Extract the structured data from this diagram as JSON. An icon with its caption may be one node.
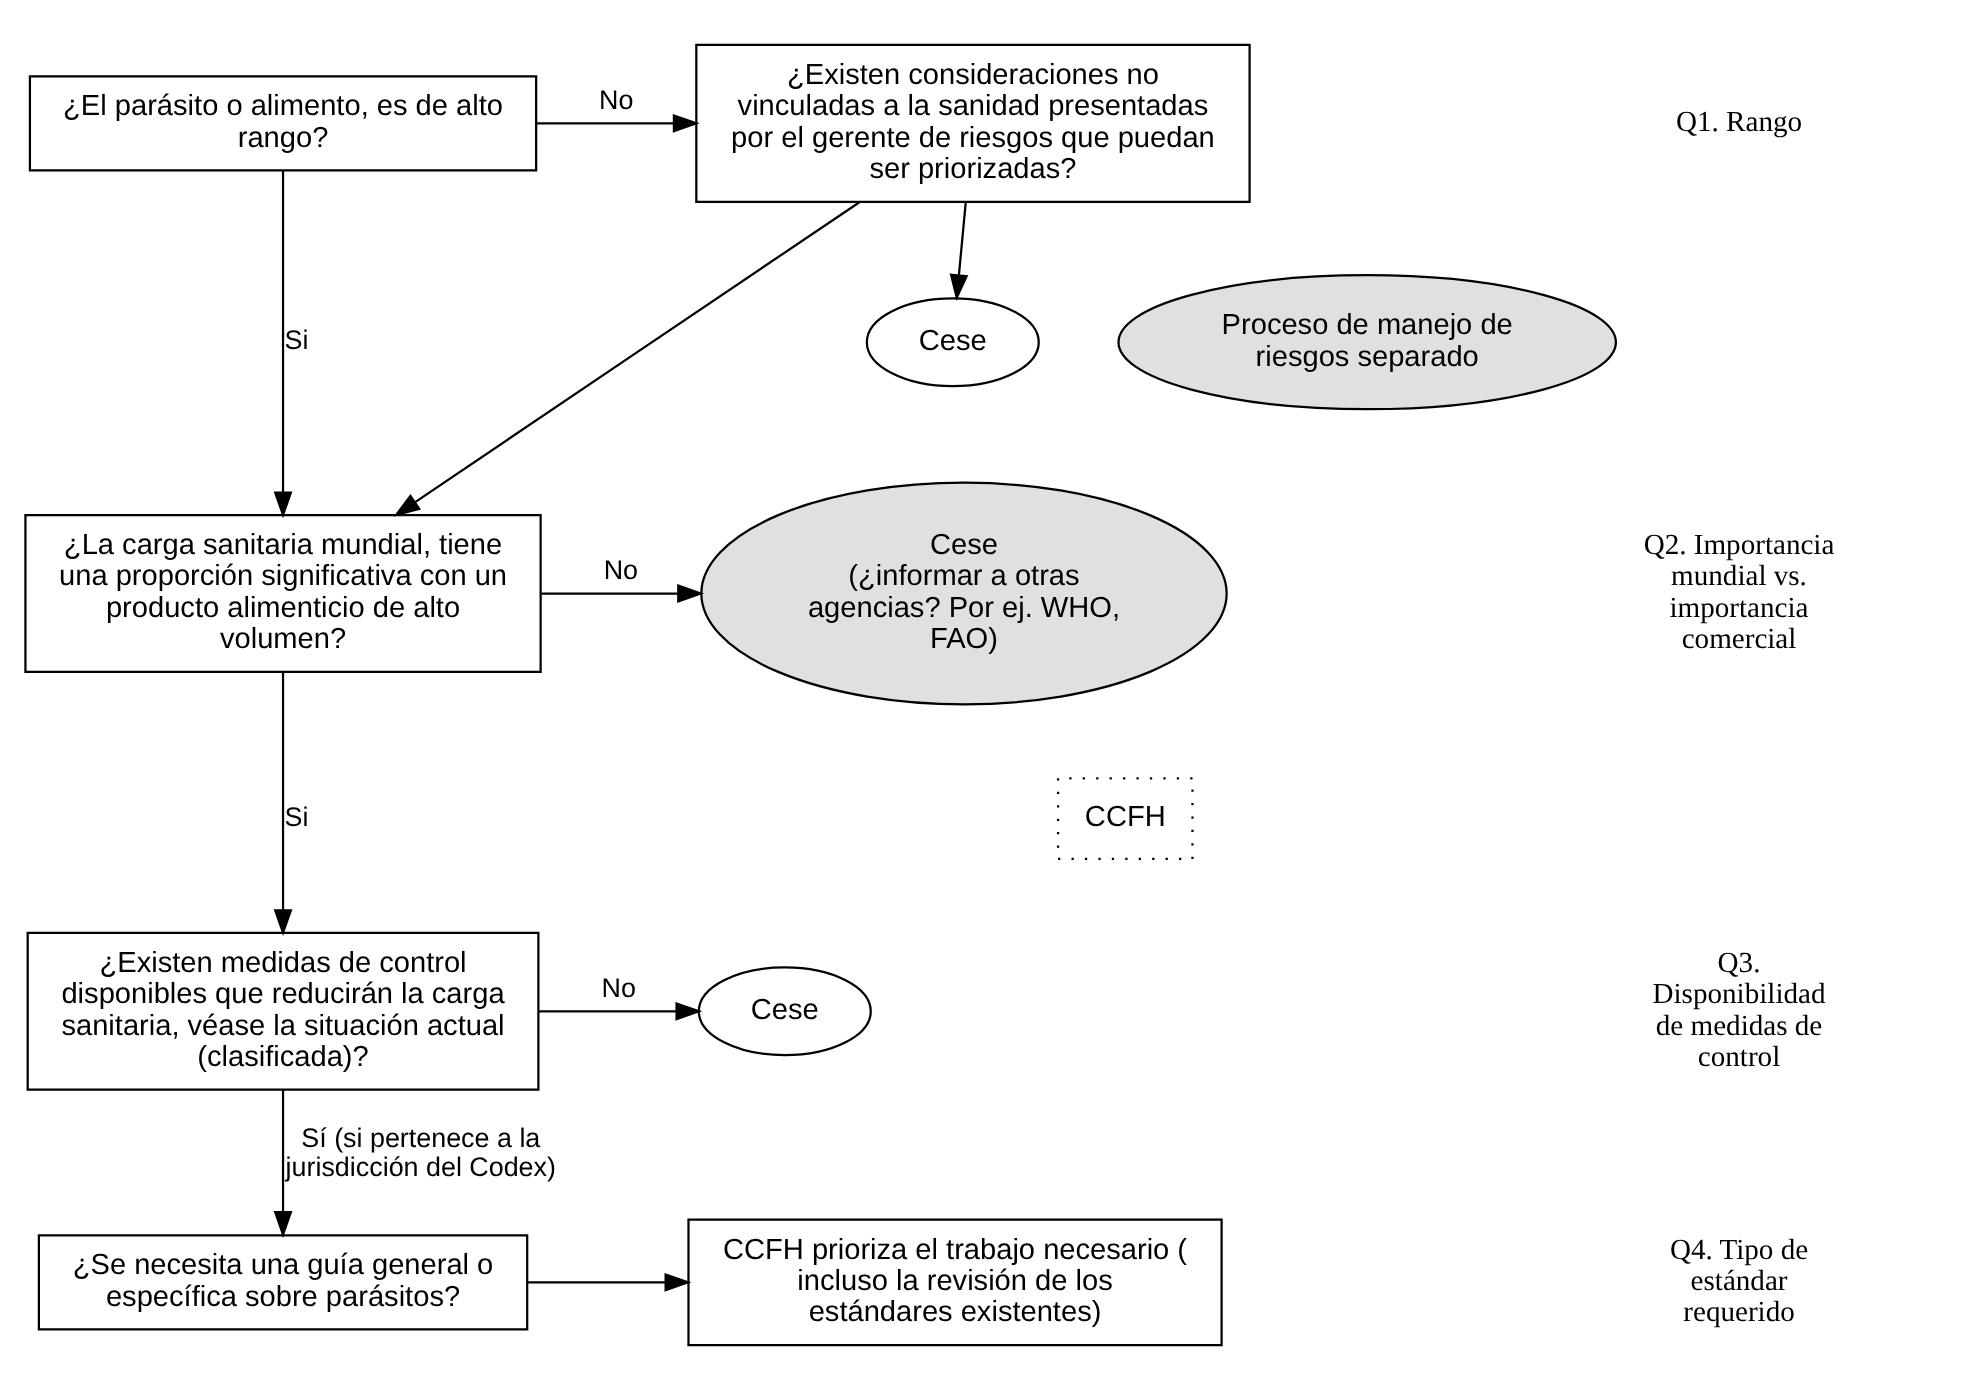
{
  "diagram": {
    "nodes": [
      {
        "text": [
          "¿El parásito o alimento, es de alto rango?"
        ]
      },
      {
        "text": [
          "¿Existen consideraciones no vinculadas a la sanidad presentadas por el gerente de riesgos que puedan ser priorizadas?"
        ]
      },
      {
        "text": [
          "¿La carga sanitaria mundial, tiene una proporción significativa con un producto alimenticio de alto volumen?"
        ]
      },
      {
        "text": [
          "Proceso de manejo de riesgos separado"
        ]
      },
      {
        "text": [
          "Cese"
        ]
      },
      {
        "text": [
          "Cese",
          "(¿informar a otras agencias? Por ej. WHO, FAO)"
        ]
      },
      {
        "text": [
          "CCFH"
        ]
      },
      {
        "text": [
          "¿Existen medidas de control disponibles que reducirán la carga sanitaria, véase la situación actual (clasificada)?"
        ]
      },
      {
        "text": [
          "Cese"
        ]
      },
      {
        "text": [
          "¿Se necesita una guía general o específica sobre parásitos?"
        ]
      },
      {
        "text": [
          "CCFH prioriza el trabajo necesario ( incluso la revisión de los estándares existentes)"
        ]
      }
    ],
    "edges": [
      {
        "from": 0,
        "to": 1,
        "arrow": "to",
        "label": "No"
      },
      {
        "from": 0,
        "to": 2,
        "arrow": "to",
        "label": "Si"
      },
      {
        "from": 1,
        "to": 4,
        "arrow": "to"
      },
      {
        "from": 1,
        "to": 2,
        "arrow": "to"
      },
      {
        "from": 2,
        "to": 5,
        "arrow": "to",
        "label": "No"
      },
      {
        "from": 2,
        "to": 7,
        "arrow": "to",
        "label": "Si"
      },
      {
        "from": 7,
        "to": 8,
        "arrow": "to",
        "label": "No"
      },
      {
        "from": 7,
        "to": 9,
        "arrow": "to",
        "label": "Sí (si pertenece a la jurisdicción del Codex)"
      },
      {
        "from": 9,
        "to": 10,
        "arrow": "to"
      }
    ],
    "labels": [
      "Q1. Rango",
      "Q2. Importancia mundial vs. importancia comercial",
      "Q3. Disponibilidad de medidas de control",
      "Q4. Tipo de estándar requerido"
    ]
  }
}
